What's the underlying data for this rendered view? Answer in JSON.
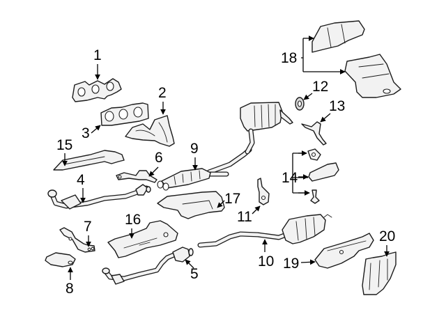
{
  "diagram": {
    "title": "Exhaust system exploded parts diagram",
    "callouts": {
      "c1": "1",
      "c2": "2",
      "c3": "3",
      "c4": "4",
      "c5": "5",
      "c6": "6",
      "c7": "7",
      "c8": "8",
      "c9": "9",
      "c10": "10",
      "c11": "11",
      "c12": "12",
      "c13": "13",
      "c14": "14",
      "c15": "15",
      "c16": "16",
      "c17": "17",
      "c18": "18",
      "c19": "19",
      "c20": "20"
    }
  }
}
